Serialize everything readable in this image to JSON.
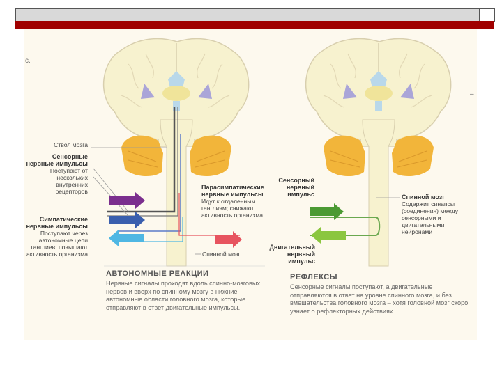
{
  "labels": {
    "brainstem": "Ствол мозга",
    "sensory_impulses_title": "Сенсорные нервные импульсы",
    "sensory_impulses_text": "Поступают от нескольких внутренних рецепторов",
    "sympathetic_title": "Симпатические нервные импульсы",
    "sympathetic_text": "Поступают через автономные цепи ганглиев; повышают активность организма",
    "parasympathetic_title": "Парасимпатические нервные импульсы",
    "parasympathetic_text": "Идут к отдаленным ганглиям; снижают активность организма",
    "spinal_cord_left": "Спинной мозг",
    "sensory_impulse_title": "Сенсорный нервный импульс",
    "motor_impulse_title": "Двигательный нервный импульс",
    "spinal_cord_right_title": "Спинной мозг",
    "spinal_cord_right_text": "Содержит синапсы (соединения) между сенсорными и двигательными нейронами"
  },
  "captions": {
    "autonomic_title": "АВТОНОМНЫЕ РЕАКЦИИ",
    "autonomic_text": "Нервные сигналы проходят вдоль спинно-мозговых нервов и вверх по спинному мозгу в нижние автономные области головного мозга, которые отправляют в ответ двигательные импульсы.",
    "reflex_title": "РЕФЛЕКСЫ",
    "reflex_text": "Сенсорные сигналы поступают, а двигательные отправляются в ответ на уровне спинного мозга, и без вмешательства головного мозга – хотя головной мозг скоро узнает о рефлекторных действиях."
  },
  "scan_marks": {
    "left": "с.",
    "right": "–"
  },
  "colors": {
    "brain_fill": "#f7f2cf",
    "brain_outline": "#d8cfae",
    "cerebellum": "#f2b53a",
    "ventricle": "#b9d8ea",
    "basal_ganglia": "#aaa5d8",
    "thalamus": "#f0e49a",
    "arrow_purple": "#7b2f8e",
    "arrow_blue": "#3a5fae",
    "arrow_lightblue": "#4fb7e3",
    "arrow_pink": "#e7545f",
    "arrow_green_dark": "#4b9a33",
    "arrow_green_light": "#8bc63f",
    "slide_accent": "#a00000"
  }
}
